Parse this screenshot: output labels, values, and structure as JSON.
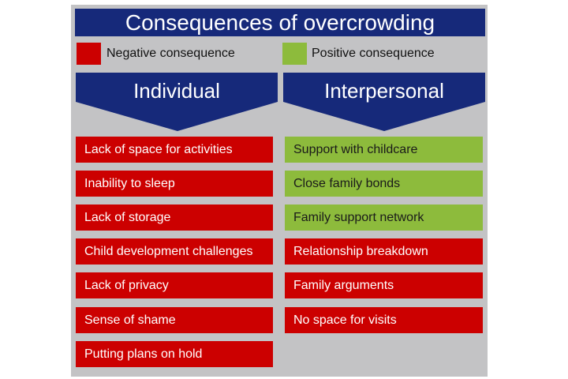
{
  "title": "Consequences of overcrowding",
  "legend": {
    "negative": "Negative consequence",
    "positive": "Positive consequence"
  },
  "colors": {
    "navy": "#16297a",
    "negative": "#cc0000",
    "positive": "#8dbb3c",
    "panel": "#c3c3c5"
  },
  "columns": [
    {
      "heading": "Individual",
      "items": [
        {
          "label": "Lack of space for activities",
          "type": "negative"
        },
        {
          "label": "Inability to sleep",
          "type": "negative"
        },
        {
          "label": "Lack of storage",
          "type": "negative"
        },
        {
          "label": "Child development challenges",
          "type": "negative"
        },
        {
          "label": "Lack of privacy",
          "type": "negative"
        },
        {
          "label": "Sense of shame",
          "type": "negative"
        },
        {
          "label": "Putting plans on hold",
          "type": "negative"
        }
      ]
    },
    {
      "heading": "Interpersonal",
      "items": [
        {
          "label": "Support with childcare",
          "type": "positive"
        },
        {
          "label": "Close family bonds",
          "type": "positive"
        },
        {
          "label": "Family support network",
          "type": "positive"
        },
        {
          "label": "Relationship breakdown",
          "type": "negative"
        },
        {
          "label": "Family arguments",
          "type": "negative"
        },
        {
          "label": "No space for visits",
          "type": "negative"
        }
      ]
    }
  ]
}
